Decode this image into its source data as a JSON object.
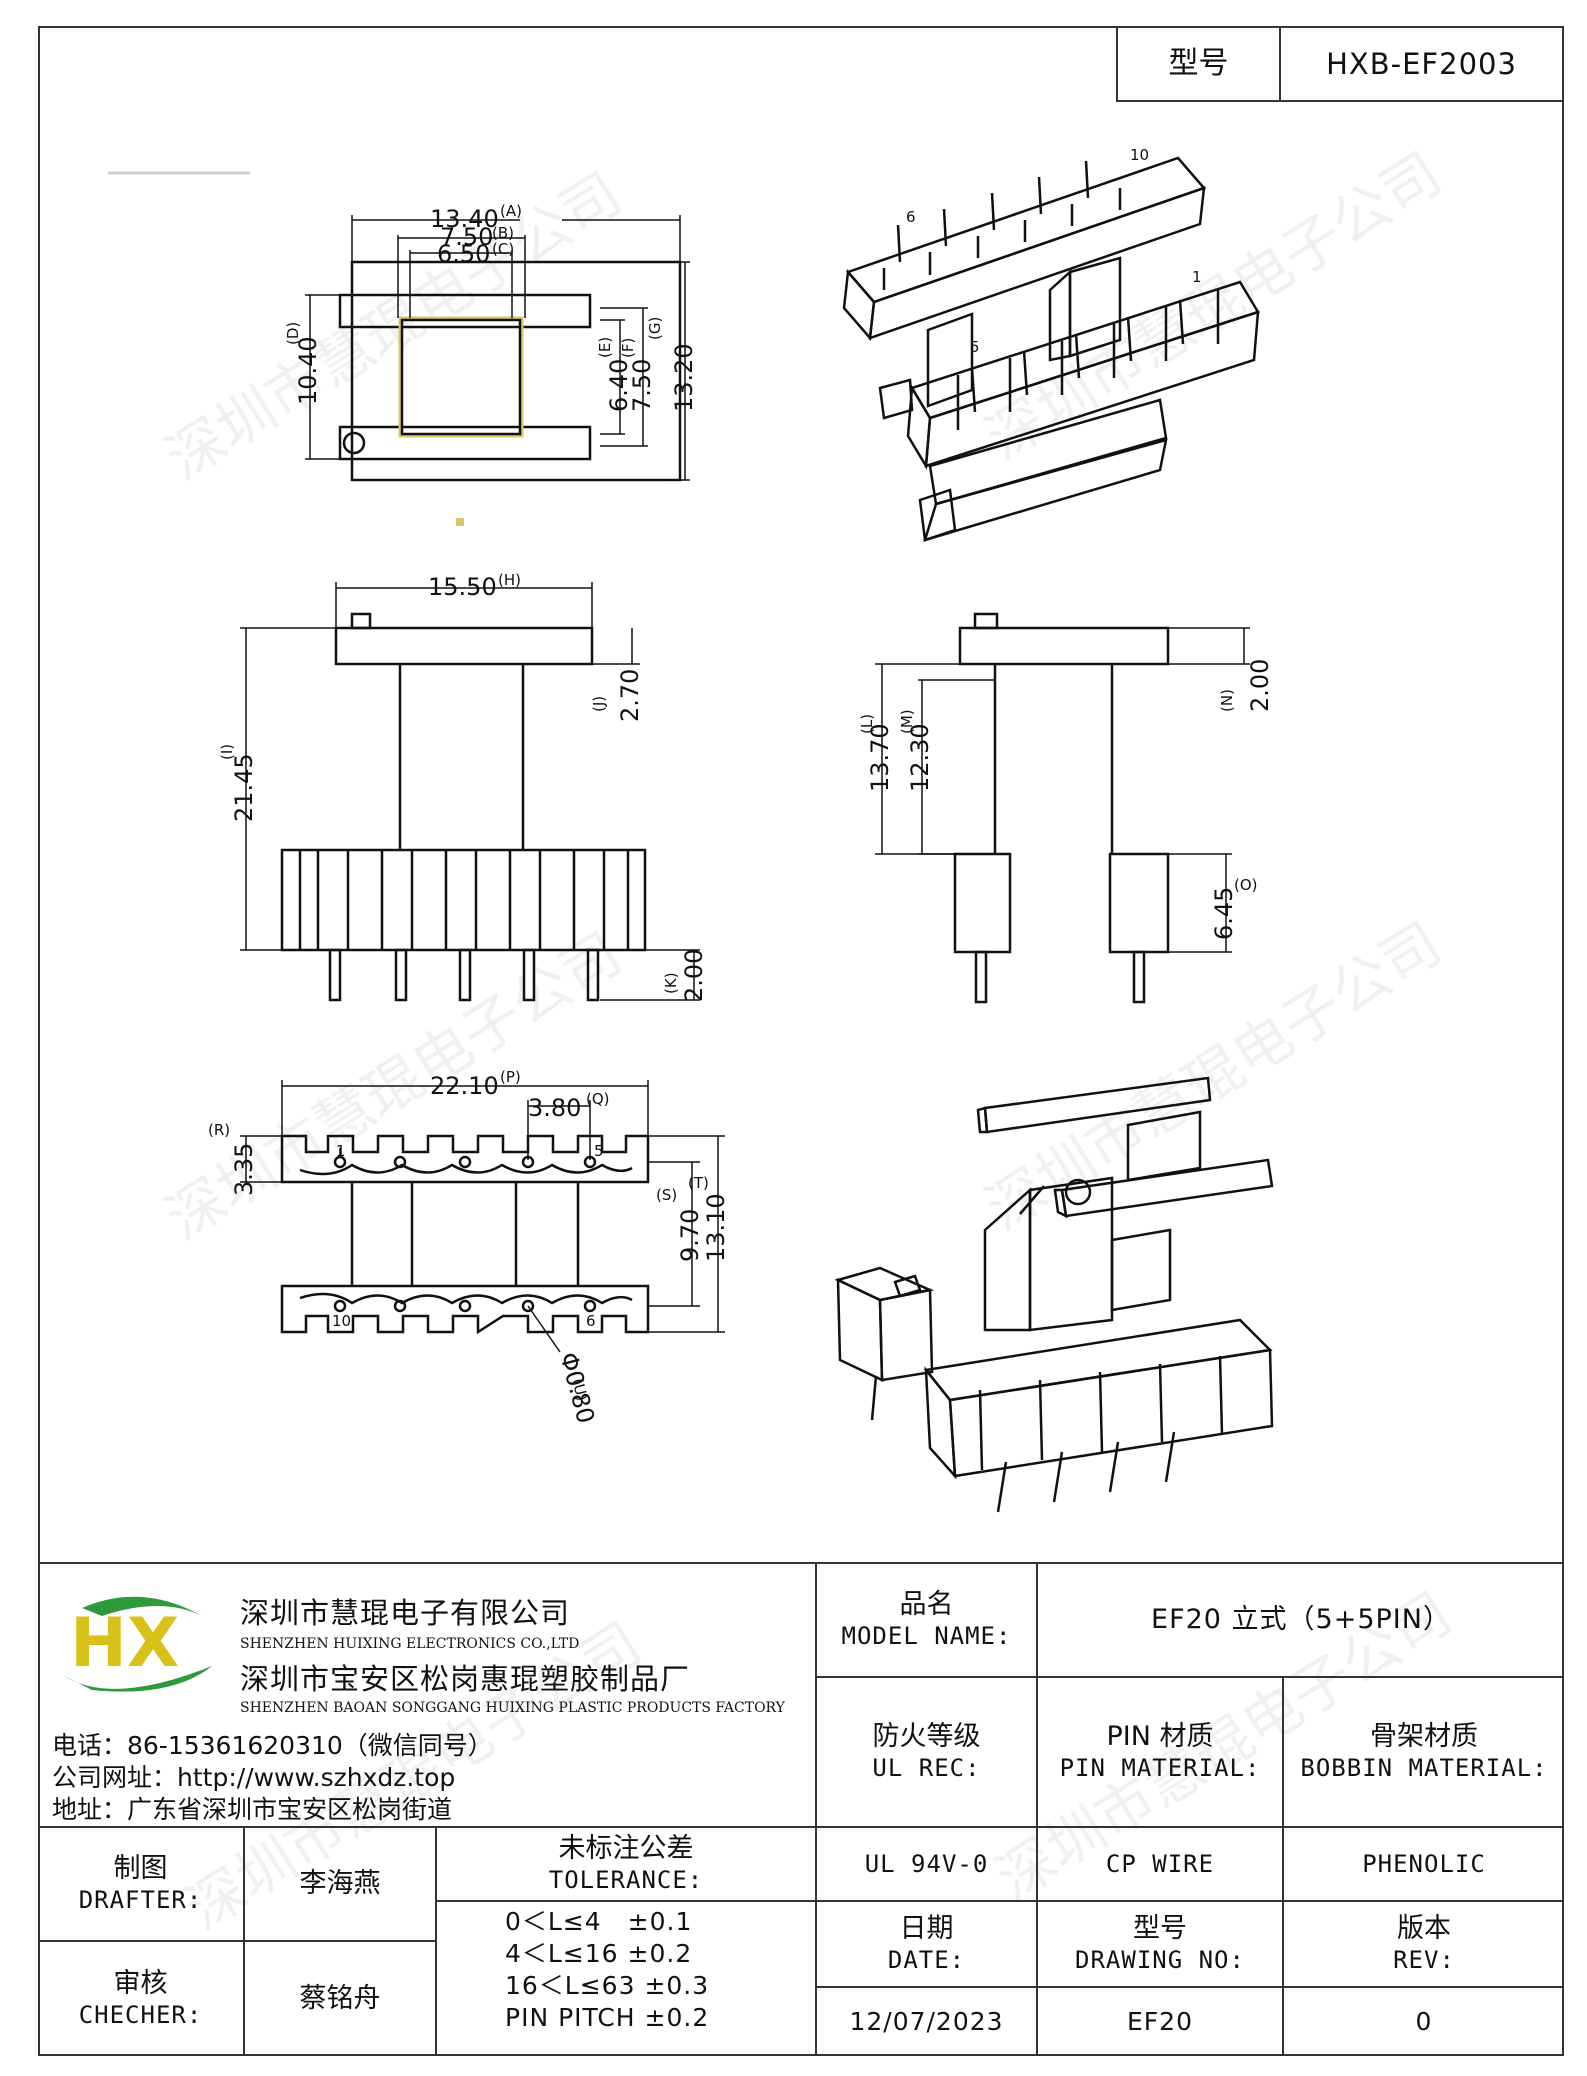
{
  "header": {
    "model_label": "型号",
    "model_value": "HXB-EF2003"
  },
  "dimensions": {
    "top_view": {
      "a": "13.40",
      "a_ref": "(A)",
      "b": "7.50",
      "b_ref": "(B)",
      "c": "6.50",
      "c_ref": "(C)",
      "d": "10.40",
      "d_ref": "(D)",
      "e": "6.40",
      "e_ref": "(E)",
      "f": "7.50",
      "f_ref": "(F)",
      "g": "13.20",
      "g_ref": "(G)"
    },
    "pin_labels_iso": {
      "p6": "6",
      "p10": "10",
      "p1": "1",
      "p5": "5"
    },
    "front_view": {
      "h": "15.50",
      "h_ref": "(H)",
      "i": "21.45",
      "i_ref": "(I)",
      "j": "2.70",
      "j_ref": "(J)",
      "k": "2.00",
      "k_ref": "(K)"
    },
    "side_view": {
      "l": "13.70",
      "l_ref": "(L)",
      "m": "12.30",
      "m_ref": "(M)",
      "n": "2.00",
      "n_ref": "(N)",
      "o": "6.45",
      "o_ref": "(O)"
    },
    "bottom_view": {
      "p": "22.10",
      "p_ref": "(P)",
      "q": "3.80",
      "q_ref": "(Q)",
      "r": "3.35",
      "r_ref": "(R)",
      "s": "9.70",
      "s_ref": "(S)",
      "t": "13.10",
      "t_ref": "(T)",
      "u": "Φ0.80",
      "u_ref": "(U)",
      "pin1": "1",
      "pin5": "5",
      "pin10": "10",
      "pin6": "6"
    }
  },
  "watermark": "深圳市慧琨电子公司",
  "company": {
    "name_cn": "深圳市慧琨电子有限公司",
    "name_en": "SHENZHEN HUIXING ELECTRONICS CO.,LTD",
    "factory_cn": "深圳市宝安区松岗惠琨塑胶制品厂",
    "factory_en": "SHENZHEN BAOAN SONGGANG HUIXING PLASTIC PRODUCTS FACTORY",
    "phone": "电话：86-15361620310（微信同号）",
    "website": "公司网址：http://www.szhxdz.top",
    "address": "地址：广东省深圳市宝安区松岗街道",
    "logo_text": "HX",
    "logo_colors": {
      "green": "#2e9a3c",
      "yellow": "#d8c21a"
    }
  },
  "table": {
    "model_name_cn": "品名",
    "model_name_en": "MODEL NAME:",
    "model_name_value": "EF20 立式（5+5PIN）",
    "ul_cn": "防火等级",
    "ul_en": "UL REC:",
    "pin_cn": "PIN 材质",
    "pin_en": "PIN MATERIAL:",
    "bobbin_cn": "骨架材质",
    "bobbin_en": "BOBBIN MATERIAL:",
    "drafter_cn": "制图",
    "drafter_en": "DRAFTER:",
    "drafter_value": "李海燕",
    "checker_cn": "审核",
    "checker_en": "CHECHER:",
    "checker_value": "蔡铭舟",
    "tolerance_cn": "未标注公差",
    "tolerance_en": "TOLERANCE:",
    "tolerance_lines": [
      "0＜L≤4　±0.1",
      "4＜L≤16 ±0.2",
      "16＜L≤63 ±0.3",
      "PIN PITCH ±0.2"
    ],
    "ul_value": "UL 94V-0",
    "pin_value": "CP WIRE",
    "bobbin_value": "PHENOLIC",
    "date_cn": "日期",
    "date_en": "DATE:",
    "drawing_cn": "型号",
    "drawing_en": "DRAWING NO:",
    "rev_cn": "版本",
    "rev_en": "REV:",
    "date_value": "12/07/2023",
    "drawing_value": "EF20",
    "rev_value": "0"
  }
}
